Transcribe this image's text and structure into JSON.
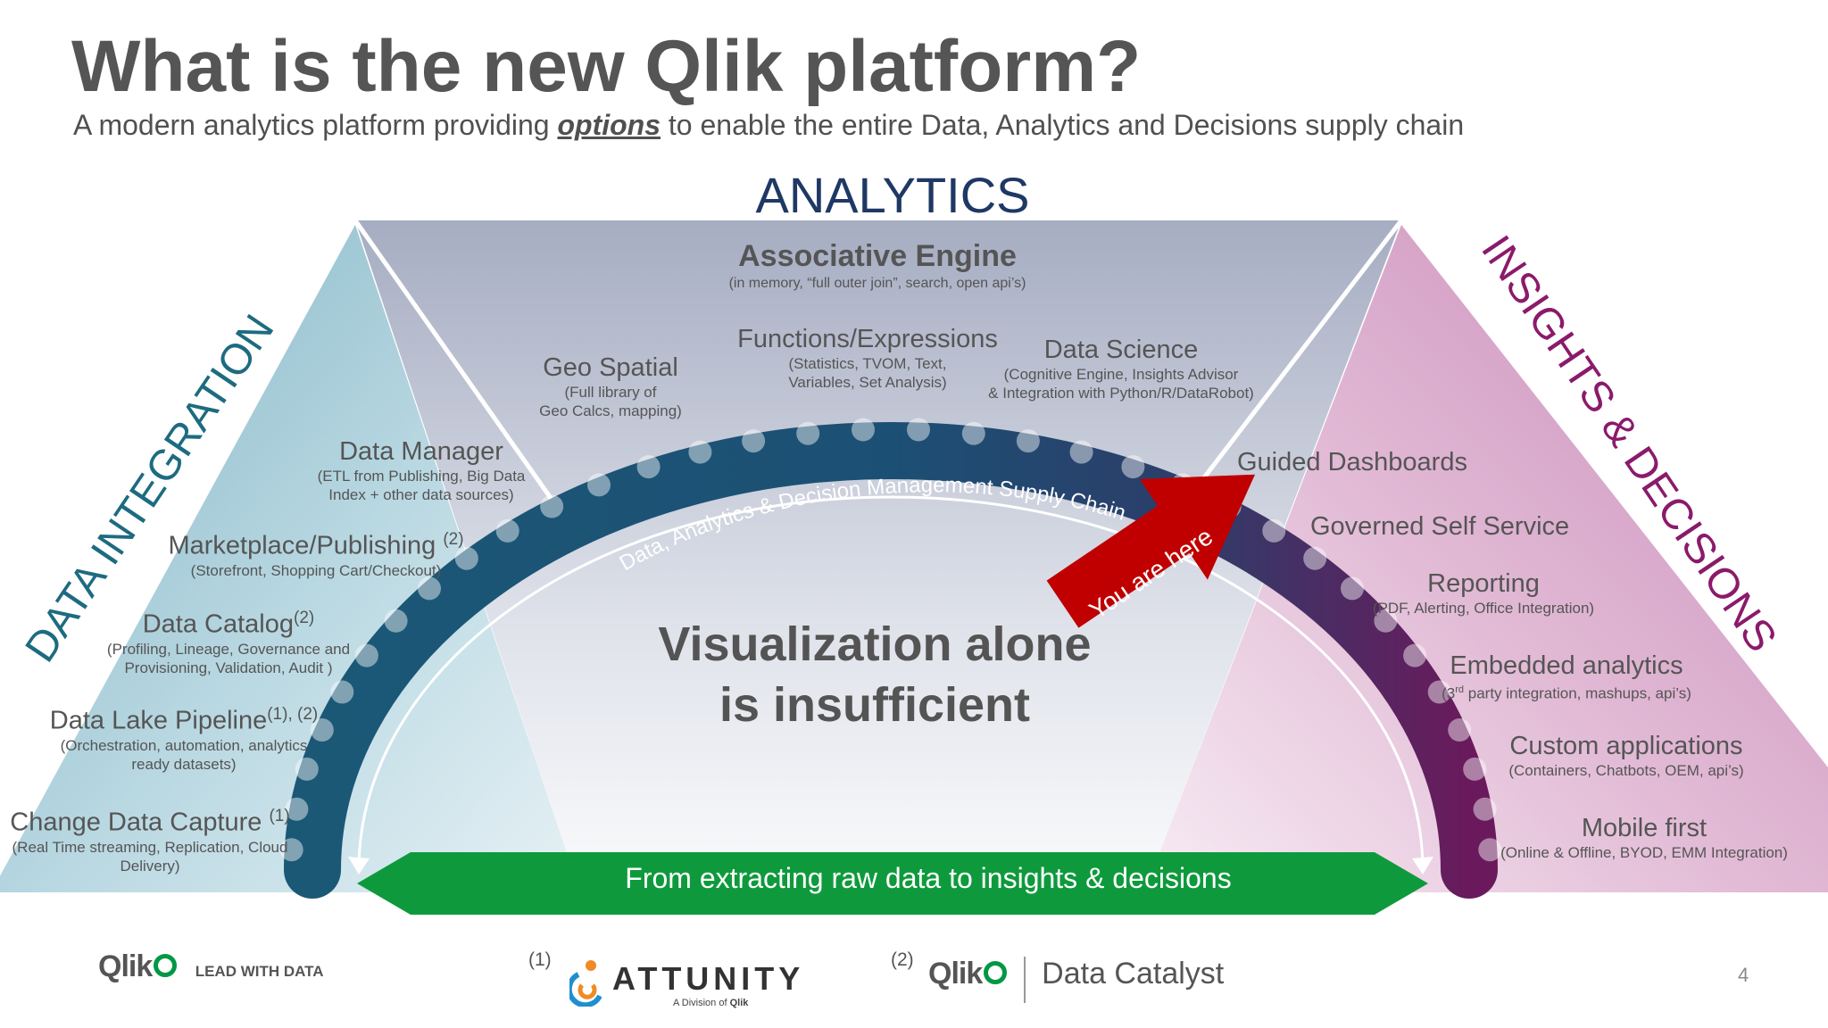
{
  "slide": {
    "title": "What is the new Qlik platform?",
    "subtitle_before": "A modern analytics platform providing ",
    "subtitle_emphasis": "options",
    "subtitle_after": " to enable the entire Data, Analytics and Decisions supply chain",
    "page_number": "4"
  },
  "sections": {
    "analytics": "ANALYTICS",
    "data_integration": "DATA INTEGRATION",
    "insights": "INSIGHTS & DECISIONS"
  },
  "analytics_items": {
    "engine": {
      "label": "Associative Engine",
      "desc": "(in memory, “full outer join”, search, open api’s)"
    },
    "functions": {
      "label": "Functions/Expressions",
      "desc1": "(Statistics, TVOM, Text,",
      "desc2": "Variables, Set Analysis)"
    },
    "geo": {
      "label": "Geo Spatial",
      "desc1": "(Full library of",
      "desc2": "Geo Calcs, mapping)"
    },
    "science": {
      "label": "Data Science",
      "desc1": "(Cognitive Engine, Insights Advisor",
      "desc2": "& Integration with Python/R/DataRobot)"
    }
  },
  "integration_items": {
    "manager": {
      "label": "Data Manager",
      "desc1": "(ETL from Publishing, Big Data",
      "desc2": "Index + other data sources)"
    },
    "marketplace": {
      "label": "Marketplace/Publishing ",
      "sup": "(2)",
      "desc": "(Storefront, Shopping Cart/Checkout)"
    },
    "catalog": {
      "label": "Data Catalog",
      "sup": "(2)",
      "desc1": "(Profiling, Lineage, Governance and",
      "desc2": "Provisioning, Validation, Audit )"
    },
    "lake": {
      "label": "Data Lake Pipeline",
      "sup": "(1), (2)",
      "desc1": "(Orchestration, automation, analytics",
      "desc2": "ready datasets)"
    },
    "cdc": {
      "label": "Change Data Capture ",
      "sup": "(1)",
      "desc1": "(Real Time streaming, Replication, Cloud",
      "desc2": "Delivery)"
    }
  },
  "insight_items": {
    "guided": {
      "label": "Guided Dashboards"
    },
    "governed": {
      "label": "Governed Self Service"
    },
    "reporting": {
      "label": "Reporting",
      "desc": "(PDF, Alerting, Office Integration)"
    },
    "embedded": {
      "label": "Embedded analytics",
      "desc_pre": "(3",
      "desc_sup": "rd",
      "desc_post": " party integration, mashups, api’s)"
    },
    "custom": {
      "label": "Custom applications",
      "desc": "(Containers, Chatbots, OEM, api’s)"
    },
    "mobile": {
      "label": "Mobile first",
      "desc": "(Online & Offline, BYOD, EMM Integration)"
    }
  },
  "arc_label": "Data, Analytics & Decision Management Supply Chain",
  "callout": "You are here",
  "hero_line1": "Visualization alone",
  "hero_line2": "is insufficient",
  "banner": "From extracting raw data to insights & decisions",
  "footer": {
    "qlik_word": "Qlik",
    "tagline": "LEAD WITH DATA",
    "note1": "(1)",
    "attunity": "ATTUNITY",
    "attunity_sub": "A Division of",
    "attunity_sub_brand": "Qlik",
    "note2": "(2)",
    "catalyst_brand": "Qlik",
    "catalyst": "Data Catalyst"
  },
  "colors": {
    "analytics_title": "#1f3864",
    "integration": "#1d6b80",
    "insights": "#8b1a6b",
    "arc_start": "#1a5a7a",
    "arc_end": "#6b1b5e",
    "banner": "#0e9a3c",
    "callout": "#c00000",
    "qlik_green": "#009845"
  }
}
